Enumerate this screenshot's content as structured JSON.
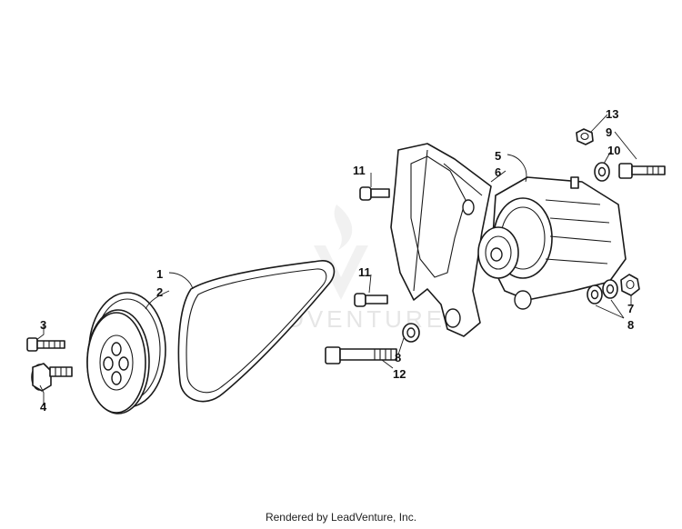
{
  "watermark": {
    "text": "LEADVENTURE"
  },
  "credit": "Rendered by LeadVenture, Inc.",
  "callouts": {
    "c1": "1",
    "c2": "2",
    "c3": "3",
    "c4": "4",
    "c5": "5",
    "c6": "6",
    "c7": "7",
    "c8a": "8",
    "c8b": "8",
    "c9": "9",
    "c10": "10",
    "c11a": "11",
    "c11b": "11",
    "c12": "12",
    "c13": "13"
  }
}
